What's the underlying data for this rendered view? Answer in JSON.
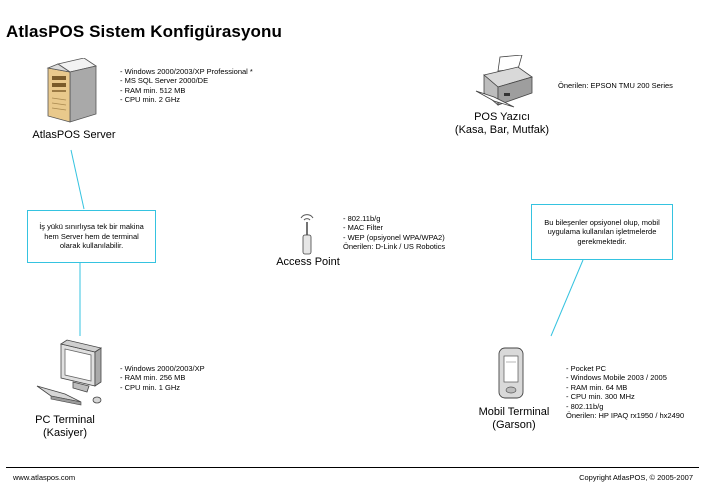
{
  "title": "AtlasPOS Sistem Konfigürasyonu",
  "server": {
    "label": "AtlasPOS Server",
    "specs": [
      "- Windows 2000/2003/XP Professional *",
      "- MS SQL Server 2000/DE",
      "- RAM min. 512 MB",
      "- CPU min. 2 GHz"
    ]
  },
  "printer": {
    "label_line1": "POS Yazıcı",
    "label_line2": "(Kasa, Bar, Mutfak)",
    "recommended": "Önerilen: EPSON TMU 200 Series"
  },
  "access_point": {
    "label": "Access Point",
    "specs": [
      "- 802.11b/g",
      "- MAC Filter",
      "- WEP (opsiyonel WPA/WPA2)",
      "Önerilen: D-Link / US Robotics"
    ]
  },
  "note_left": "İş yükü sınırlıysa tek bir makina hem Server hem de terminal olarak kullanılabilir.",
  "note_right": "Bu bileşenler opsiyonel olup, mobil uygulama kullanılan işletmelerde gerekmektedir.",
  "pc_terminal": {
    "label_line1": "PC Terminal",
    "label_line2": "(Kasiyer)",
    "specs": [
      "- Windows 2000/2003/XP",
      "- RAM min. 256 MB",
      "- CPU min. 1 GHz"
    ]
  },
  "mobile_terminal": {
    "label_line1": "Mobil Terminal",
    "label_line2": "(Garson)",
    "specs": [
      "- Pocket PC",
      "- Windows Mobile 2003 / 2005",
      "- RAM min. 64 MB",
      "- CPU min. 300 MHz",
      "- 802.11b/g",
      "Önerilen: HP IPAQ rx1950 / hx2490"
    ]
  },
  "footer": {
    "left": "www.atlaspos.com",
    "right": "Copyright AtlasPOS, © 2005-2007"
  },
  "colors": {
    "connector": "#35c3e0"
  }
}
